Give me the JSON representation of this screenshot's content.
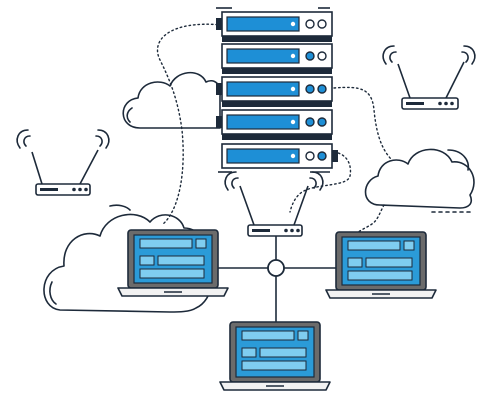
{
  "diagram": {
    "server_units": [
      "server-unit-1",
      "server-unit-2",
      "server-unit-3",
      "server-unit-4",
      "server-unit-5"
    ],
    "routers": [
      "left",
      "center",
      "right"
    ],
    "laptops": [
      "left",
      "right",
      "bottom"
    ],
    "clouds": [
      "top-left",
      "right",
      "bottom-left"
    ],
    "hub": "network-hub",
    "colors": {
      "outline": "#1d2a3a",
      "screen_blue": "#2b9bd8",
      "screen_light": "#7fcdf0",
      "panel_blue": "#1e8fd6",
      "server_body": "#ffffff",
      "laptop_body": "#f2f2f2",
      "laptop_bezel": "#6b6b6b",
      "background": "#ffffff"
    }
  }
}
